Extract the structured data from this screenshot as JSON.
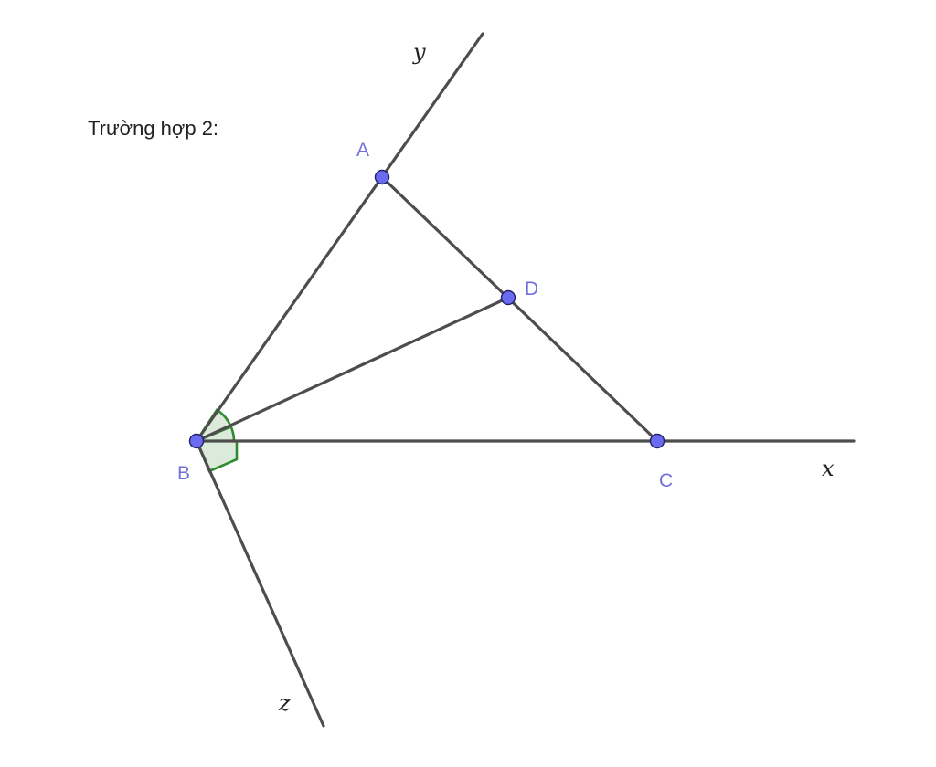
{
  "caption": "Trường hợp 2:",
  "colors": {
    "line": "#4d4d4d",
    "point_fill": "#6b6bf0",
    "point_stroke": "#22226b",
    "point_label": "#7070dd",
    "angle_stroke": "#2e8b2e",
    "angle_fill": "#cfe3cf",
    "ray_label": "#222222"
  },
  "points": [
    {
      "id": "A",
      "label": "A"
    },
    {
      "id": "B",
      "label": "B"
    },
    {
      "id": "C",
      "label": "C"
    },
    {
      "id": "D",
      "label": "D"
    }
  ],
  "rays": [
    {
      "id": "x",
      "label": "x"
    },
    {
      "id": "y",
      "label": "y"
    },
    {
      "id": "z",
      "label": "z"
    }
  ],
  "segments": [
    "AB",
    "AC",
    "BD",
    "BC"
  ],
  "angle_marks": [
    "angle-ABD",
    "angle-DBC",
    "right-angle-zBx"
  ]
}
